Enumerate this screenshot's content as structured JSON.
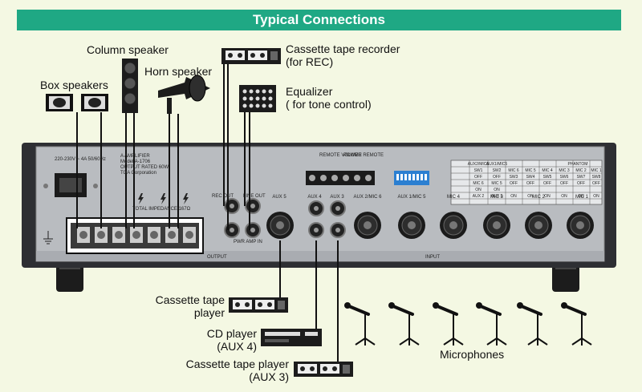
{
  "header": {
    "title": "Typical Connections"
  },
  "labels": {
    "column_speaker": "Column speaker",
    "horn_speaker": "Horn speaker",
    "box_speakers": "Box speakers",
    "cassette_rec_line1": "Cassette tape recorder",
    "cassette_rec_line2": "(for REC)",
    "equalizer_line1": "Equalizer",
    "equalizer_line2": "( for tone control)",
    "cassette_player_line1": "Cassette tape",
    "cassette_player_line2": "player",
    "cd_player_line1": "CD player",
    "cd_player_line2": "(AUX 4)",
    "cassette_aux3_line1": "Cassette tape player",
    "cassette_aux3_line2": "(AUX 3)",
    "microphones": "Microphones"
  },
  "panel": {
    "power_text": "220-230V ~ 4A 50/60Hz",
    "model_line1": "A AMPLIFIER",
    "model_line2": "Model A-1706",
    "model_line3": "OUTPUT RATED 60W",
    "model_line4": "TOA Corporation",
    "impedance": "TOTAL IMPEDANCE 167Ω",
    "rec_out": "REC OUT",
    "line_out": "LINE OUT",
    "pwr_amp_in": "PWR AMP IN",
    "remote_volume": "REMOTE VOLUME",
    "power_remote": "POWER REMOTE",
    "output": "OUTPUT",
    "input": "INPUT",
    "jacks": [
      "AUX 5",
      "AUX 4",
      "AUX 3",
      "AUX 2/MIC 6",
      "AUX 1/MIC 5",
      "MIC 4",
      "MIC 3",
      "MIC 2",
      "MIC 1"
    ],
    "table_headers": [
      "AUX2/MIC6",
      "AUX1/MIC5",
      "PHANTOM"
    ],
    "table_row_sw": [
      "SW1",
      "SW2"
    ],
    "table_row_mic": [
      "MIC 6",
      "MIC 5"
    ],
    "table_row_aux": [
      "AUX 2",
      "AUX 1"
    ],
    "phantom_mics": [
      "MIC 6",
      "MIC 5",
      "MIC 4",
      "MIC 3",
      "MIC 2",
      "MIC 1"
    ],
    "phantom_sw": [
      "SW3",
      "SW4",
      "SW5",
      "SW6",
      "SW7",
      "SW8"
    ],
    "off": "OFF",
    "on": "ON"
  },
  "colors": {
    "header_bg": "#1fa884",
    "background": "#f4f8e3",
    "panel": "#b9bcc0",
    "chassis": "#2e2f33",
    "cable": "#111111"
  }
}
